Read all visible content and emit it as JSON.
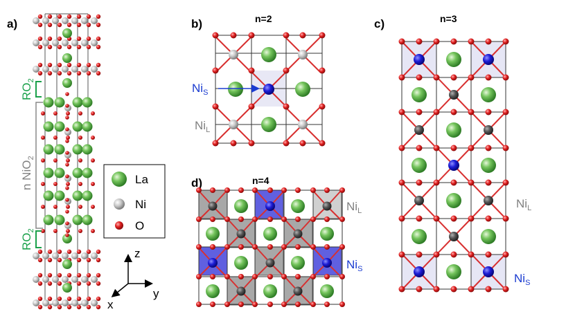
{
  "panels": {
    "a": {
      "label": "a)",
      "ro2_top": "RO",
      "ro2_bottom": "RO",
      "ro2_sub": "2",
      "stack_label": "n NiO",
      "stack_sub": "2"
    },
    "b": {
      "label": "b)",
      "title": "n=2",
      "nis_main": "Ni",
      "nis_sub": "S",
      "nil_main": "Ni",
      "nil_sub": "L"
    },
    "c": {
      "label": "c)",
      "title": "n=3",
      "nil_main": "Ni",
      "nil_sub": "L",
      "nis_main": "Ni",
      "nis_sub": "S"
    },
    "d": {
      "label": "d)",
      "title": "n=4",
      "nil_main": "Ni",
      "nil_sub": "L",
      "nis_main": "Ni",
      "nis_sub": "S"
    }
  },
  "legend": [
    {
      "symbol": "La",
      "color": "#3fae3f"
    },
    {
      "symbol": "Ni",
      "color": "#bdbdbd"
    },
    {
      "symbol": "O",
      "color": "#e02020"
    }
  ],
  "axes": {
    "z": "z",
    "y": "y",
    "x": "x"
  },
  "colors": {
    "la": "#5cb84a",
    "ni_gray": "#c8c8c8",
    "ni_dark": "#555555",
    "ni_blue": "#1a1ad0",
    "oxygen": "#d81e1e",
    "green_label": "#1aa04a",
    "blue_label": "#1a3bd0",
    "gray_label": "#808080"
  }
}
